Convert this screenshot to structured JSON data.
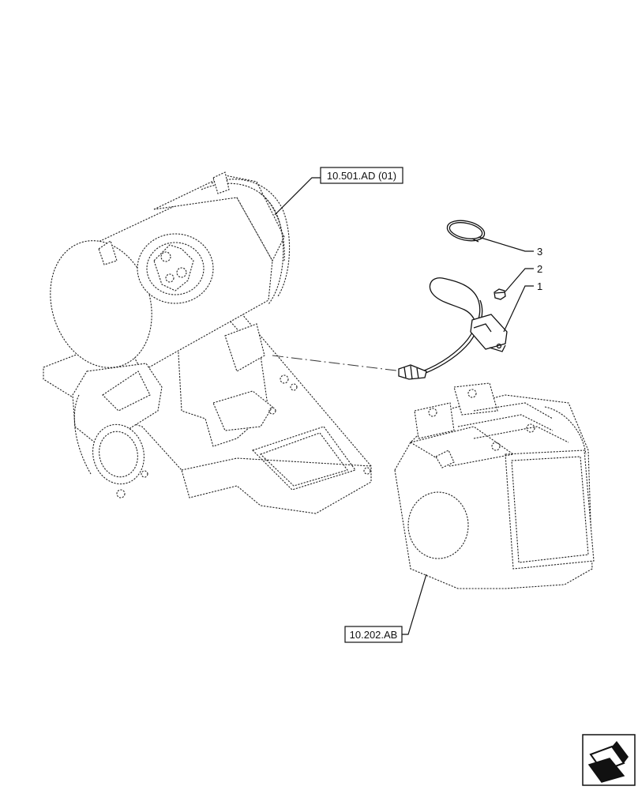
{
  "references": {
    "aftertreatment_ref": "10.501.AD (01)",
    "scr_ref": "10.202.AB"
  },
  "callouts": {
    "item1": "1",
    "item2": "2",
    "item3": "3"
  },
  "icons": {
    "navigation": "arrow-page-icon"
  }
}
